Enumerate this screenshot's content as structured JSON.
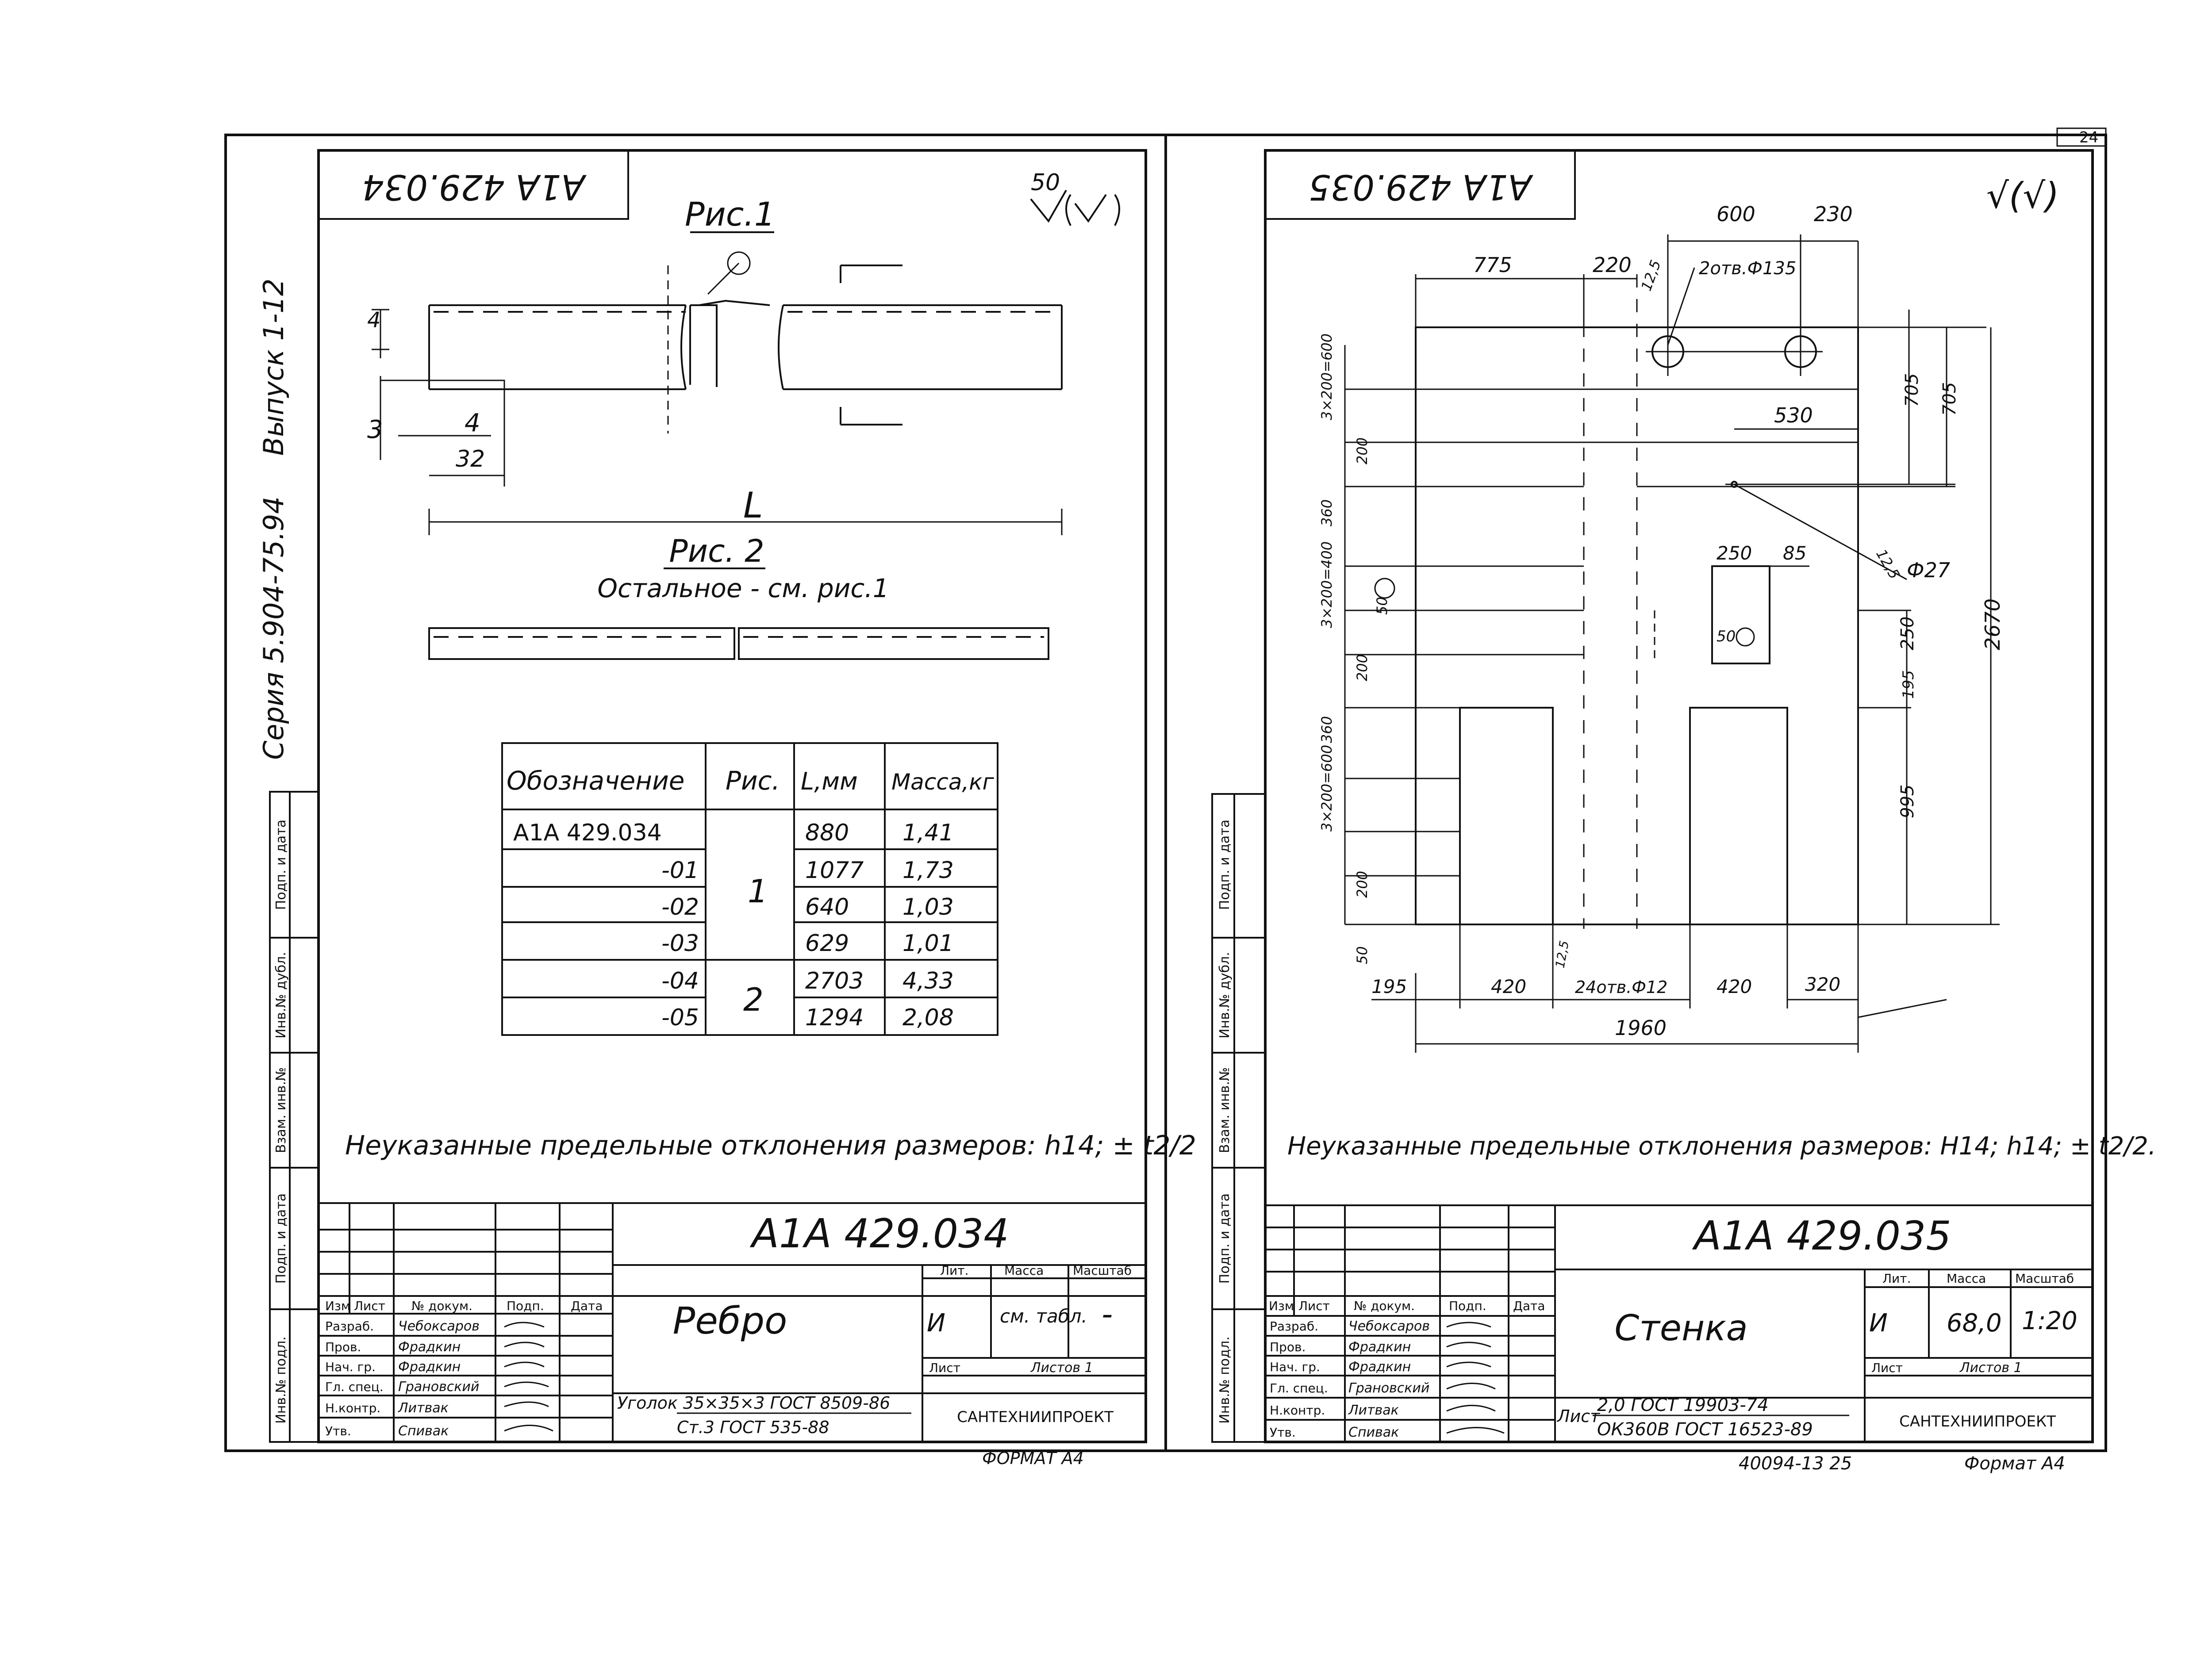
{
  "left_sheet": {
    "code_rotated": "А1А 429.034",
    "roughness": "50",
    "series_stamp": "Серия 5.904-75.94",
    "issue_stamp": "Выпуск 1-12",
    "fig1_label": "Рис.1",
    "fig2_label": "Рис. 2",
    "fig2_note": "Остальное - см. рис.1",
    "dims": {
      "d4a": "4",
      "d3": "3",
      "d4b": "4",
      "d32": "32",
      "dL": "L"
    },
    "table": {
      "headers": [
        "Обозначение",
        "Рис.",
        "L,мм",
        "Масса,кг"
      ],
      "rows": [
        {
          "designation": "А1А 429.034",
          "length": "880",
          "mass": "1,41"
        },
        {
          "designation": "-01",
          "length": "1077",
          "mass": "1,73"
        },
        {
          "designation": "-02",
          "length": "640",
          "mass": "1,03"
        },
        {
          "designation": "-03",
          "length": "629",
          "mass": "1,01"
        },
        {
          "designation": "-04",
          "length": "2703",
          "mass": "4,33"
        },
        {
          "designation": "-05",
          "length": "1294",
          "mass": "2,08"
        }
      ],
      "fig_groups": [
        "1",
        "2"
      ]
    },
    "tolerance_note": "Неуказанные предельные отклонения размеров: h14; ± t2/2",
    "stamp": {
      "doc_code": "А1А 429.034",
      "title": "Ребро",
      "headers": [
        "Изм",
        "Лист",
        "№ докум.",
        "Подп.",
        "Дата"
      ],
      "roles": [
        {
          "role": "Разраб.",
          "name": "Чебоксаров"
        },
        {
          "role": "Пров.",
          "name": "Фрадкин"
        },
        {
          "role": "Нач. гр.",
          "name": "Фрадкин"
        },
        {
          "role": "Гл. спец.",
          "name": "Грановский"
        },
        {
          "role": "Н.контр.",
          "name": "Литвак"
        },
        {
          "role": "Утв.",
          "name": "Спивак"
        }
      ],
      "lit_label": "Лит.",
      "mass_label": "Масса",
      "scale_label": "Масштаб",
      "lit_value": "И",
      "mass_value": "см. табл.",
      "scale_value": "-",
      "sheet_label": "Лист",
      "sheets_label": "Листов 1",
      "material_line1": "Уголок 35×35×3 ГОСТ 8509-86",
      "material_line2": "Ст.3 ГОСТ 535-88",
      "org": "САНТЕХНИИПРОЕКТ",
      "format": "ФОРМАТ А4"
    }
  },
  "right_sheet": {
    "code_rotated": "А1А 429.035",
    "roughness": "√(√)",
    "page_number": "24",
    "dims": {
      "d775": "775",
      "d220": "220",
      "d600": "600",
      "d230": "230",
      "holes_top": "2отв.Ф135",
      "r25a": "12,5",
      "d530": "530",
      "d705a": "705",
      "d705b": "705",
      "d250a": "250",
      "d85": "85",
      "r25b": "12,5",
      "d27": "Ф27",
      "d250v": "250",
      "d195": "195",
      "d995": "995",
      "d2670": "2670",
      "s1": "3×200=600",
      "s2": "200",
      "s3": "360",
      "s4": "3×200=400",
      "s5": "200",
      "s6": "360",
      "s7": "3×200=600",
      "s8": "200",
      "s9": "50",
      "b195": "195",
      "b420a": "420",
      "b125": "12,5",
      "holes_bottom": "24отв.Ф12",
      "b420b": "420",
      "b320": "320",
      "b1960": "1960",
      "rough_a": "50",
      "rough_b": "50"
    },
    "tolerance_note": "Неуказанные предельные отклонения размеров: H14; h14; ± t2/2.",
    "stamp": {
      "doc_code": "А1А 429.035",
      "title": "Стенка",
      "headers": [
        "Изм",
        "Лист",
        "№ докум.",
        "Подп.",
        "Дата"
      ],
      "roles": [
        {
          "role": "Разраб.",
          "name": "Чебоксаров"
        },
        {
          "role": "Пров.",
          "name": "Фрадкин"
        },
        {
          "role": "Нач. гр.",
          "name": "Фрадкин"
        },
        {
          "role": "Гл. спец.",
          "name": "Грановский"
        },
        {
          "role": "Н.контр.",
          "name": "Литвак"
        },
        {
          "role": "Утв.",
          "name": "Спивак"
        }
      ],
      "lit_label": "Лит.",
      "mass_label": "Масса",
      "scale_label": "Масштаб",
      "lit_value": "И",
      "mass_value": "68,0",
      "scale_value": "1:20",
      "sheet_label": "Лист",
      "sheets_label": "Листов 1",
      "material_prefix": "Лист",
      "material_line1": "2,0 ГОСТ 19903-74",
      "material_line2": "ОК360В ГОСТ 16523-89",
      "org": "САНТЕХНИИПРОЕКТ",
      "format": "Формат А4",
      "bottom_codes": "40094-13   25"
    }
  },
  "side_stamp_labels": [
    "Инв.№ подл.",
    "Подп. и дата",
    "Взам. инв.№",
    "Инв.№ дубл.",
    "Подп. и дата"
  ]
}
